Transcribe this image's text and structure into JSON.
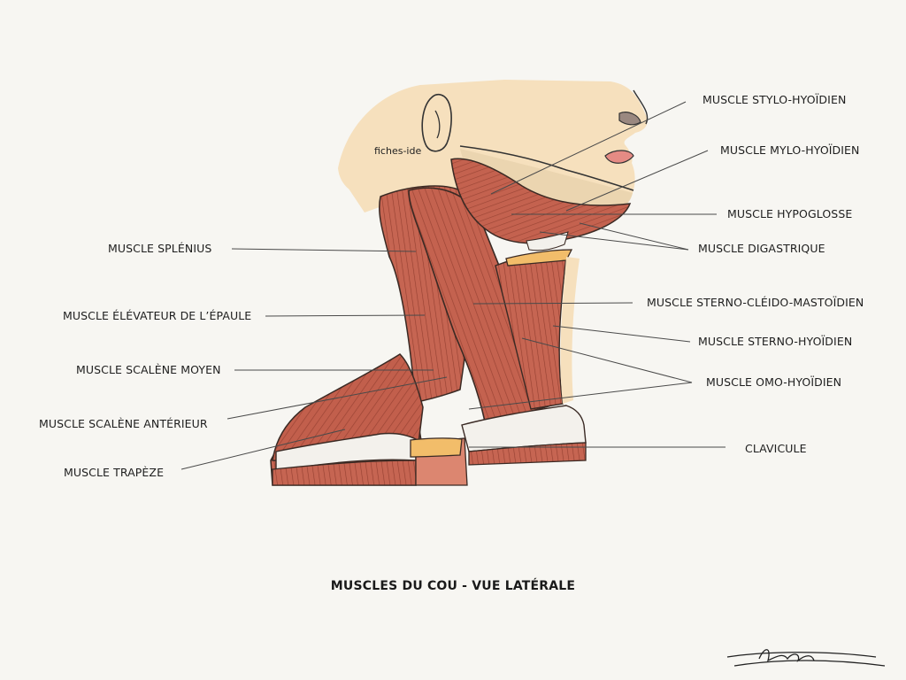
{
  "title": "MUSCLES DU COU - VUE LATÉRALE",
  "watermark": "fiches-ide",
  "signature": "Leana",
  "colors": {
    "background": "#f7f6f2",
    "skin": "#f6e0bd",
    "muscle": "#c4624f",
    "muscle_dark": "#8d3a2c",
    "bone": "#f2bd6a",
    "leader_line": "#4a4a4a"
  },
  "labels": {
    "stylo_hyoidien": "MUSCLE STYLO-HYOÏDIEN",
    "mylo_hyoidien": "MUSCLE MYLO-HYOÏDIEN",
    "hypoglosse": "MUSCLE HYPOGLOSSE",
    "digastrique": "MUSCLE DIGASTRIQUE",
    "sterno_cleido_mastoidien": "MUSCLE STERNO-CLÉIDO-MASTOÏDIEN",
    "sterno_hyoidien": "MUSCLE STERNO-HYOÏDIEN",
    "omo_hyoidien": "MUSCLE OMO-HYOÏDIEN",
    "clavicule": "CLAVICULE",
    "splenius": "MUSCLE SPLÉNIUS",
    "elevateur_epaule": "MUSCLE ÉLÉVATEUR DE L’ÉPAULE",
    "scalene_moyen": "MUSCLE SCALÈNE MOYEN",
    "scalene_anterieur": "MUSCLE SCALÈNE ANTÉRIEUR",
    "trapeze": "MUSCLE TRAPÈZE"
  }
}
